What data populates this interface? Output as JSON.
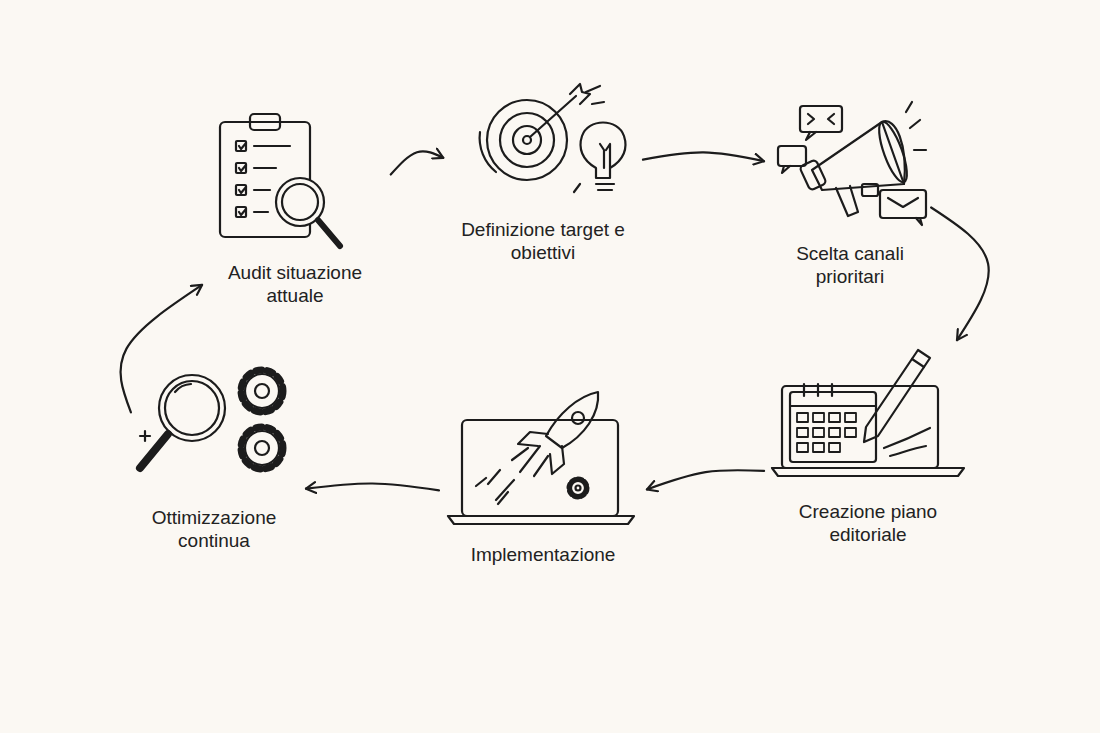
{
  "diagram": {
    "nodes": [
      {
        "text": [
          "Audit situazione attuale"
        ]
      },
      {
        "text": [
          "Definizione target e obiettivi"
        ]
      },
      {
        "text": [
          "Scelta canali prioritari"
        ]
      },
      {
        "text": [
          "Creazione piano editoriale"
        ]
      },
      {
        "text": [
          "Implementazione"
        ]
      },
      {
        "text": [
          "Ottimizzazione continua"
        ]
      }
    ],
    "edges": [
      {
        "from": 0,
        "to": 1,
        "arrow": "to"
      },
      {
        "from": 1,
        "to": 2,
        "arrow": "to"
      },
      {
        "from": 2,
        "to": 3,
        "arrow": "to"
      },
      {
        "from": 3,
        "to": 4,
        "arrow": "to"
      },
      {
        "from": 4,
        "to": 5,
        "arrow": "to"
      },
      {
        "from": 5,
        "to": 0,
        "arrow": "to"
      }
    ]
  }
}
